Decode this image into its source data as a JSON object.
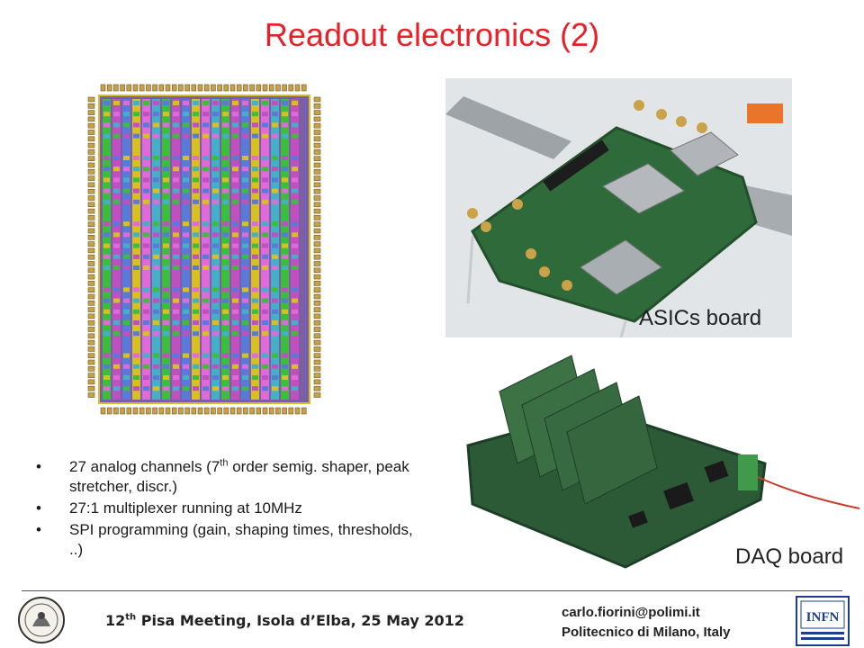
{
  "title": "Readout electronics (2)",
  "captions": {
    "asic_board": "ASICs board",
    "daq_board": "DAQ board"
  },
  "bullets": {
    "b1_pre": "27 analog channels (7",
    "b1_sup": "th",
    "b1_post": " order semig. shaper, peak stretcher, discr.)",
    "b2": "27:1 multiplexer running at 10MHz",
    "b3": "SPI programming (gain, shaping times, thresholds, ..)",
    "marker": "•"
  },
  "footer": {
    "meeting_pre": "12",
    "meeting_sup": "th",
    "meeting_post": " Pisa Meeting, Isola d’Elba, 25 May 2012",
    "email": "carlo.fiorini@polimi.it",
    "affiliation": "Politecnico di Milano, Italy",
    "infn_logo": "INFN",
    "left_logo_icon": "politecnico-seal-icon"
  },
  "colors": {
    "title": "#e8202a",
    "pcb_green": "#2f6b3a",
    "chip_magenta": "#c04fc0",
    "chip_green": "#3bbf3b"
  }
}
